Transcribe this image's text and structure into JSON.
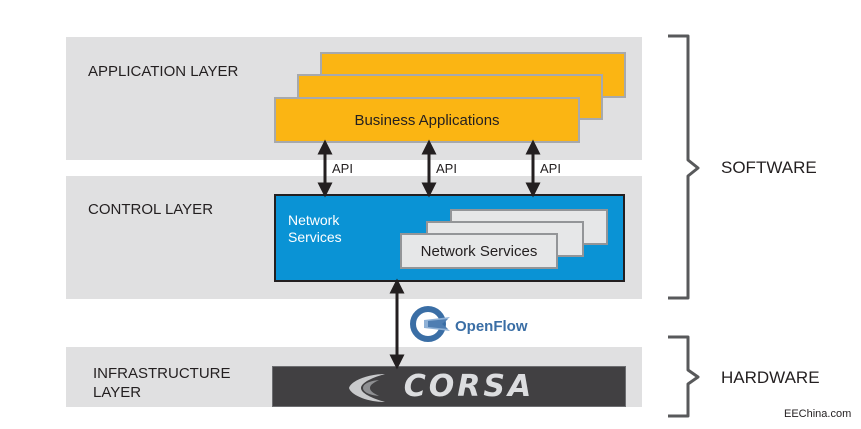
{
  "layers": {
    "application": "APPLICATION LAYER",
    "control": "CONTROL LAYER",
    "infrastructure_line1": "INFRASTRUCTURE",
    "infrastructure_line2": "LAYER"
  },
  "application": {
    "box_label": "Business Applications"
  },
  "api": {
    "label": "API"
  },
  "control": {
    "network_services_line1": "Network",
    "network_services_line2": "Services",
    "card_label": "Network Services"
  },
  "protocol": {
    "logo_text": "OpenFlow"
  },
  "hardware_brand": {
    "logo_text": "CORSA"
  },
  "brackets": {
    "software": "SOFTWARE",
    "hardware": "HARDWARE"
  },
  "credit": "EEChina.com",
  "colors": {
    "layer_band": "#e0e0e1",
    "business_apps": "#fbb513",
    "control_box": "#0a93d5",
    "network_services_card": "#e6e7e8",
    "corsa_box": "#414042"
  }
}
